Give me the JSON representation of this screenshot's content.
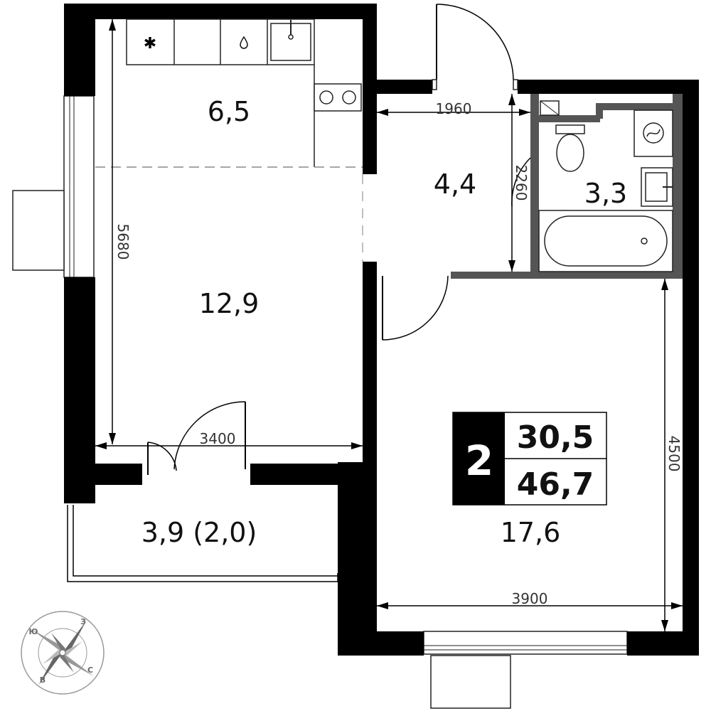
{
  "rooms": {
    "kitchen": "6,5",
    "living": "12,9",
    "hall": "4,4",
    "bathroom": "3,3",
    "bedroom": "17,6",
    "balcony": "3,9 (2,0)"
  },
  "dimensions": {
    "hall_width": "1960",
    "hall_depth": "2260",
    "living_height": "5680",
    "living_width": "3400",
    "bedroom_height": "4500",
    "bedroom_width": "3900"
  },
  "badge": {
    "rooms_count": "2",
    "living_area": "30,5",
    "total_area": "46,7"
  },
  "compass": {
    "north": "Ю",
    "east": "З",
    "south": "С",
    "west": "В"
  },
  "icons": [
    "snowflake-icon",
    "water-drop-icon",
    "washing-machine-icon",
    "compass-rose-icon"
  ]
}
